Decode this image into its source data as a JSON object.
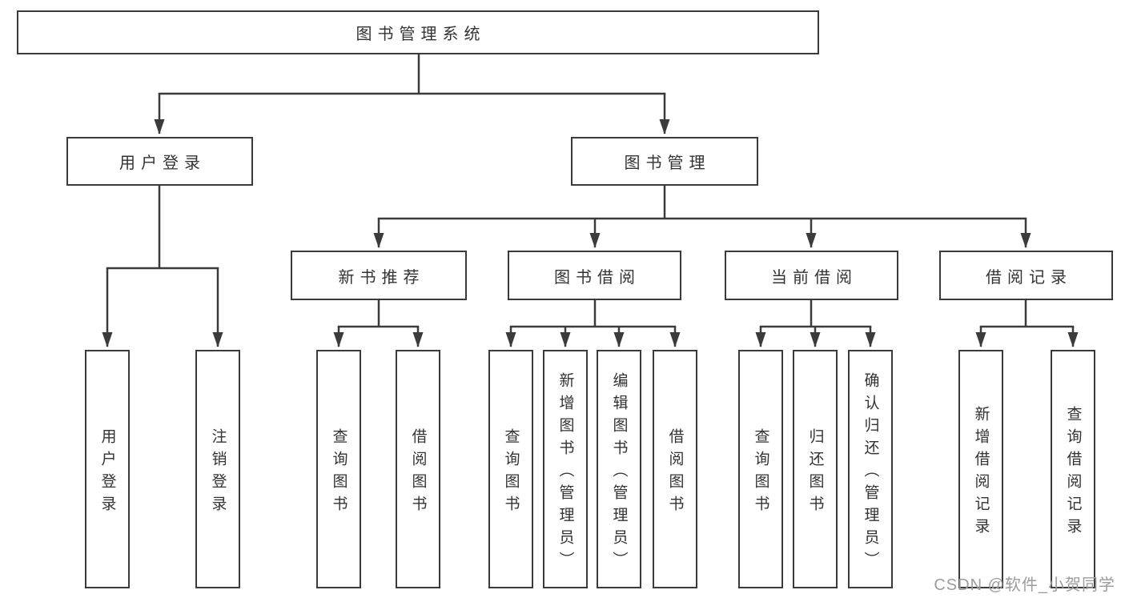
{
  "colors": {
    "line": "#3b3b3b",
    "node_border": "#3b3b3b",
    "node_text": "#333333",
    "watermark_text": "#9c9c9c",
    "background": "#ffffff"
  },
  "watermark": {
    "text": "CSDN @软件_小贺同学"
  },
  "tree": {
    "label": "图书管理系统",
    "children": [
      {
        "label": "用户登录",
        "children": [
          {
            "label": "用户登录"
          },
          {
            "label": "注销登录"
          }
        ]
      },
      {
        "label": "图书管理",
        "children": [
          {
            "label": "新书推荐",
            "children": [
              {
                "label": "查询图书"
              },
              {
                "label": "借阅图书"
              }
            ]
          },
          {
            "label": "图书借阅",
            "children": [
              {
                "label": "查询图书"
              },
              {
                "label": "新增图书（管理员）"
              },
              {
                "label": "编辑图书（管理员）"
              },
              {
                "label": "借阅图书"
              }
            ]
          },
          {
            "label": "当前借阅",
            "children": [
              {
                "label": "查询图书"
              },
              {
                "label": "归还图书"
              },
              {
                "label": "确认归还（管理员）"
              }
            ]
          },
          {
            "label": "借阅记录",
            "children": [
              {
                "label": "新增借阅记录"
              },
              {
                "label": "查询借阅记录"
              }
            ]
          }
        ]
      }
    ]
  }
}
